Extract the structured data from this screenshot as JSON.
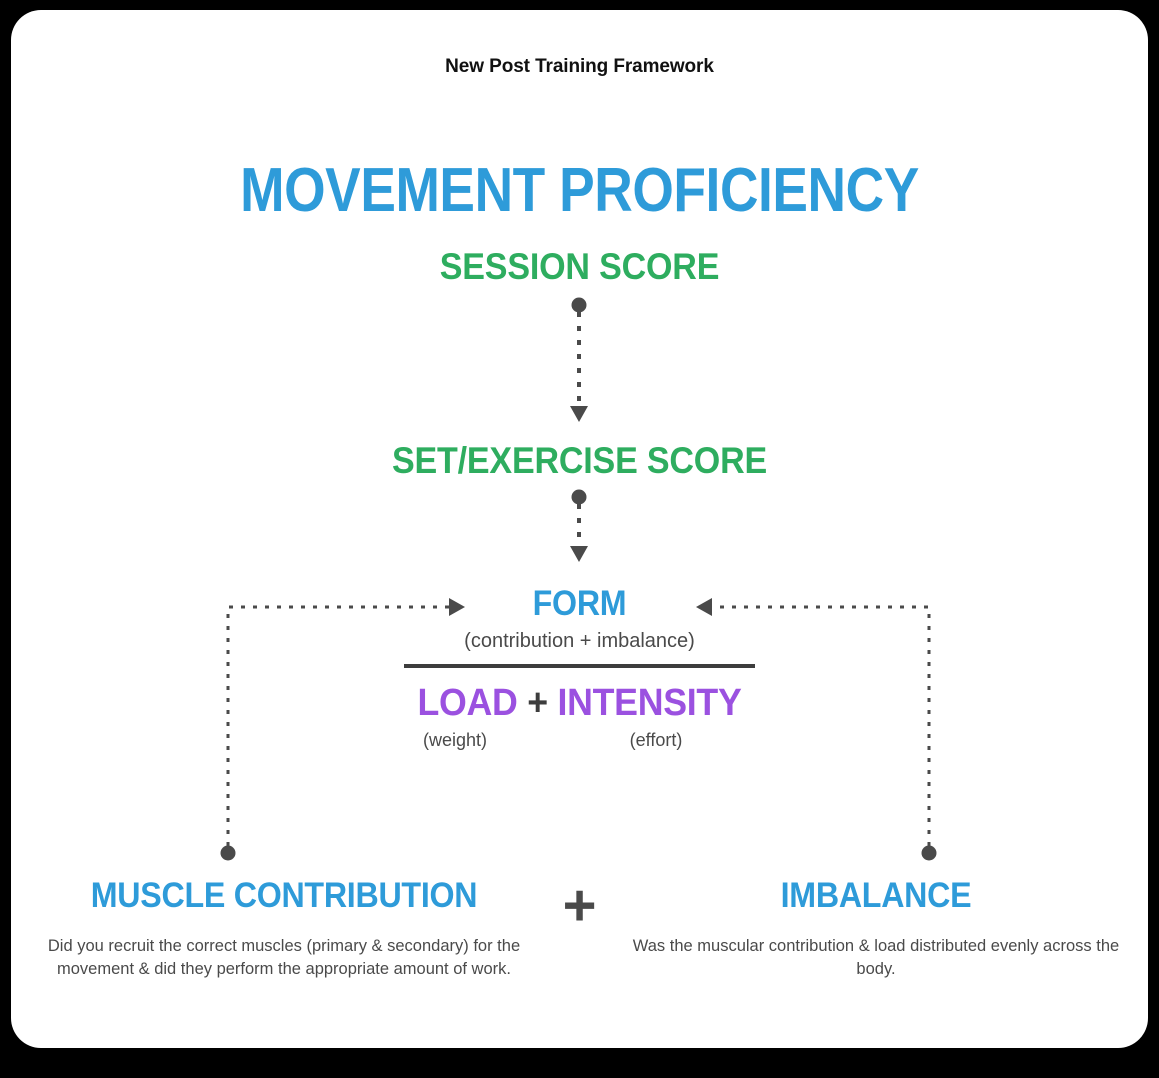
{
  "page": {
    "title": "New Post Training Framework",
    "background_color": "#000000",
    "card_color": "#ffffff"
  },
  "colors": {
    "blue": "#2E9BD9",
    "green": "#2EAD5F",
    "purple": "#9B51E0",
    "dark_gray": "#4a4a4a",
    "connector": "#4a4a4a"
  },
  "hierarchy": {
    "level1": {
      "heading": "MOVEMENT PROFICIENCY",
      "subheading": "SESSION SCORE"
    },
    "level2": {
      "heading": "SET/EXERCISE SCORE"
    },
    "level3": {
      "numerator": "FORM",
      "numerator_note": "(contribution + imbalance)",
      "denominator_left": "LOAD",
      "denominator_operator": "+",
      "denominator_right": "INTENSITY",
      "denominator_left_note": "(weight)",
      "denominator_right_note": "(effort)"
    },
    "level4": {
      "operator": "+",
      "blocks": [
        {
          "title": "MUSCLE CONTRIBUTION",
          "description": "Did you recruit the correct muscles (primary & secondary) for the movement & did they perform the appropriate amount of work."
        },
        {
          "title": "IMBALANCE",
          "description": "Was the muscular contribution & load distributed evenly across the body."
        }
      ]
    }
  },
  "connectors": [
    {
      "name": "session-to-set",
      "from": "SESSION SCORE",
      "to": "SET/EXERCISE SCORE",
      "style": "dotted",
      "start_marker": "circle",
      "end_marker": "arrow-down"
    },
    {
      "name": "set-to-form",
      "from": "SET/EXERCISE SCORE",
      "to": "FORM",
      "style": "dotted",
      "start_marker": "circle",
      "end_marker": "arrow-down"
    },
    {
      "name": "muscle-contribution-to-form",
      "from": "MUSCLE CONTRIBUTION",
      "to": "FORM",
      "style": "dotted",
      "start_marker": "circle",
      "end_marker": "arrow-right"
    },
    {
      "name": "imbalance-to-form",
      "from": "IMBALANCE",
      "to": "FORM",
      "style": "dotted",
      "start_marker": "circle",
      "end_marker": "arrow-left"
    }
  ]
}
